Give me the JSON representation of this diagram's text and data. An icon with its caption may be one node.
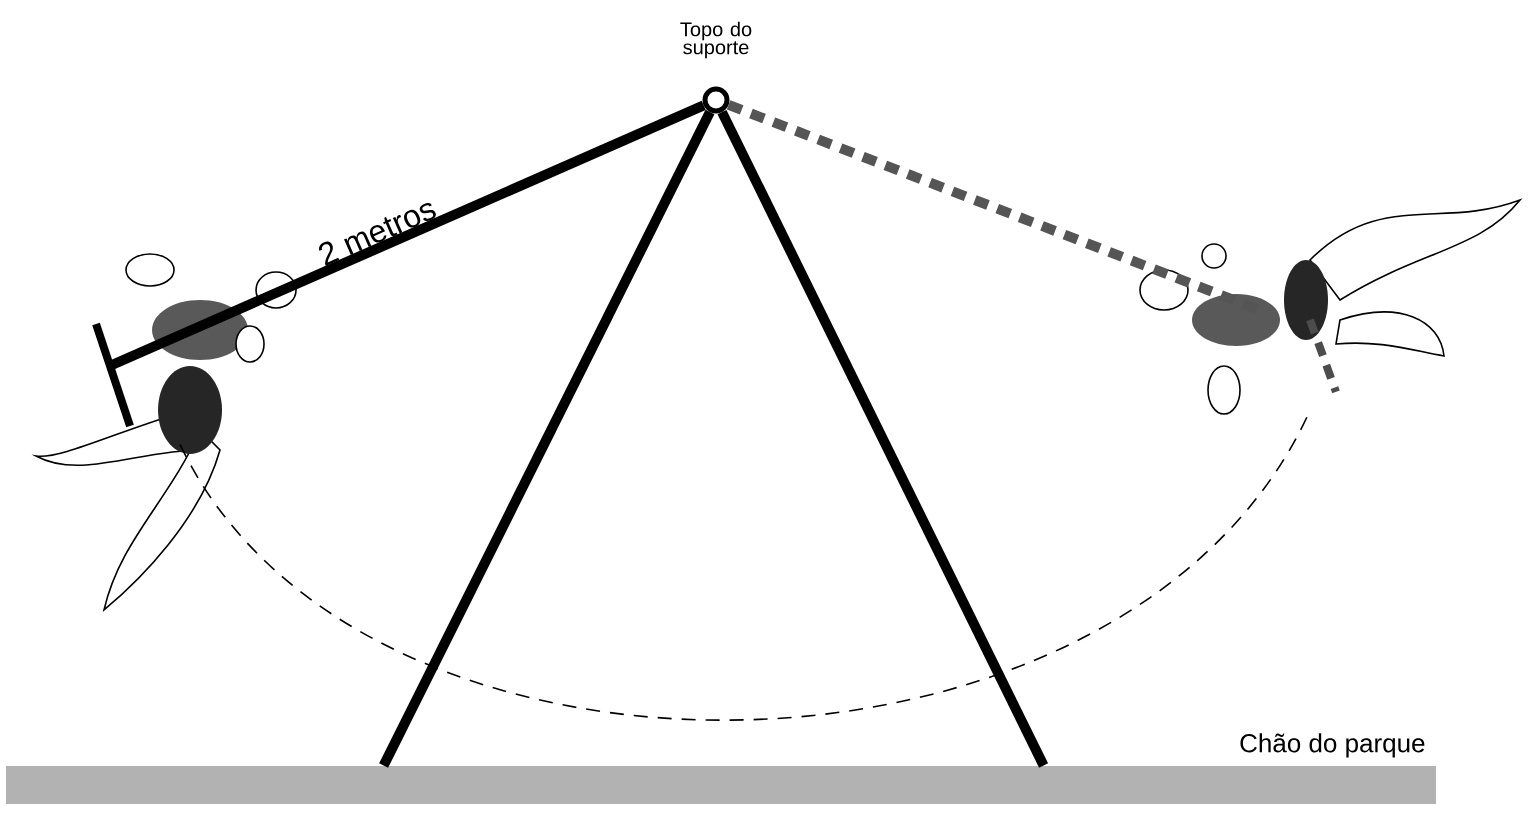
{
  "diagram": {
    "nodes": [
      {
        "text": [
          "Topo do suporte"
        ]
      },
      {
        "text": [
          "Chão do parque"
        ]
      },
      {
        "text": [],
        "shape": "picture"
      },
      {
        "text": [],
        "shape": "picture"
      }
    ],
    "edges": [
      {
        "from": 0,
        "to": 2,
        "arrow": "none",
        "label": "2 metros"
      },
      {
        "from": 0,
        "to": 3,
        "arrow": "none",
        "style": "dashed",
        "color": "#555555"
      },
      {
        "from": 0,
        "to": 1,
        "arrow": "none"
      },
      {
        "from": 0,
        "to": 1,
        "arrow": "none"
      },
      {
        "from": 2,
        "to": 3,
        "arrow": "none",
        "style": "dashed"
      }
    ]
  }
}
